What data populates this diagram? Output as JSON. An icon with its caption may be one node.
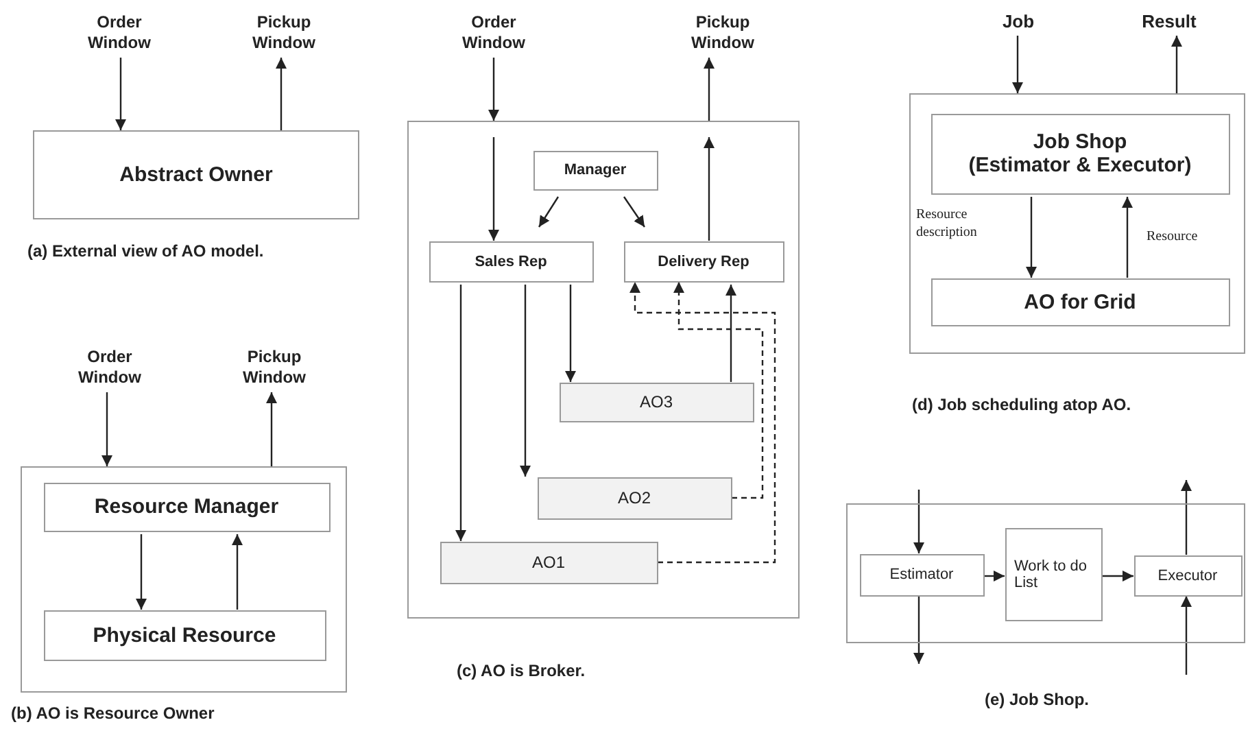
{
  "diagram": {
    "nodes": [
      {
        "text": [
          "Order Window"
        ]
      },
      {
        "text": [
          "Pickup Window"
        ]
      },
      {
        "text": [
          "Abstract Owner"
        ]
      },
      {
        "text": [
          "Order Window"
        ]
      },
      {
        "text": [
          "Pickup Window"
        ]
      },
      {
        "text": [],
        "shape": "box"
      },
      {
        "text": [
          "Resource Manager"
        ],
        "in": 5
      },
      {
        "text": [
          "Physical Resource"
        ],
        "in": 5
      },
      {
        "text": [
          "Order Window"
        ]
      },
      {
        "text": [
          "Pickup Window"
        ]
      },
      {
        "text": [],
        "shape": "box"
      },
      {
        "text": [
          "Manager"
        ],
        "in": 10
      },
      {
        "text": [
          "Sales Rep"
        ],
        "in": 10
      },
      {
        "text": [
          "Delivery Rep"
        ],
        "in": 10
      },
      {
        "text": [
          "AO3"
        ],
        "in": 10
      },
      {
        "text": [
          "AO2"
        ],
        "in": 10
      },
      {
        "text": [
          "AO1"
        ],
        "in": 10
      },
      {
        "text": [
          "Job"
        ]
      },
      {
        "text": [
          "Result"
        ]
      },
      {
        "text": [],
        "shape": "box"
      },
      {
        "text": [
          "Job Shop",
          "(Estimator & Executor)"
        ],
        "in": 19
      },
      {
        "text": [
          "AO for Grid"
        ],
        "in": 19
      },
      {
        "text": [],
        "shape": "box"
      },
      {
        "text": [
          "Estimator"
        ],
        "in": 22
      },
      {
        "text": [
          "Work to do List"
        ],
        "in": 22
      },
      {
        "text": [
          "Executor"
        ],
        "in": 22
      }
    ],
    "edges": [
      {
        "from": 0,
        "to": 2,
        "arrow": "to"
      },
      {
        "from": 2,
        "to": 1,
        "arrow": "to"
      },
      {
        "from": 3,
        "to": 5,
        "arrow": "to"
      },
      {
        "from": 5,
        "to": 4,
        "arrow": "to"
      },
      {
        "from": 6,
        "to": 7,
        "arrow": "to"
      },
      {
        "from": 7,
        "to": 6,
        "arrow": "to"
      },
      {
        "from": 8,
        "to": 10,
        "arrow": "to"
      },
      {
        "from": null,
        "to": 12,
        "arrow": "to"
      },
      {
        "from": 11,
        "to": 12,
        "arrow": "to"
      },
      {
        "from": 11,
        "to": 13,
        "arrow": "to"
      },
      {
        "from": 13,
        "to": null,
        "arrow": "to"
      },
      {
        "from": 10,
        "to": 9,
        "arrow": "to"
      },
      {
        "from": 12,
        "to": 16,
        "arrow": "to"
      },
      {
        "from": 12,
        "to": 15,
        "arrow": "to"
      },
      {
        "from": 12,
        "to": 14,
        "arrow": "to"
      },
      {
        "from": 16,
        "to": 13,
        "arrow": "to",
        "style": "dashed"
      },
      {
        "from": 15,
        "to": 13,
        "arrow": "to",
        "style": "dashed"
      },
      {
        "from": 14,
        "to": 13,
        "arrow": "to"
      },
      {
        "from": 17,
        "to": 19,
        "arrow": "to"
      },
      {
        "from": 19,
        "to": 18,
        "arrow": "to"
      },
      {
        "from": 20,
        "to": 21,
        "arrow": "to",
        "label": "Resource description"
      },
      {
        "from": 21,
        "to": 20,
        "arrow": "to",
        "label": "Resource"
      },
      {
        "from": null,
        "to": 23,
        "arrow": "to"
      },
      {
        "from": 23,
        "to": null,
        "arrow": "to"
      },
      {
        "from": 23,
        "to": 24,
        "arrow": "to"
      },
      {
        "from": 24,
        "to": 25,
        "arrow": "to"
      },
      {
        "from": 25,
        "to": null,
        "arrow": "to"
      },
      {
        "from": null,
        "to": 25,
        "arrow": "to"
      }
    ],
    "labels": [
      "(a) External view of AO model.",
      "(c) AO is Broker.",
      "(d) Job scheduling atop AO.",
      "(b) AO is Resource Owner",
      "(e) Job Shop."
    ]
  }
}
